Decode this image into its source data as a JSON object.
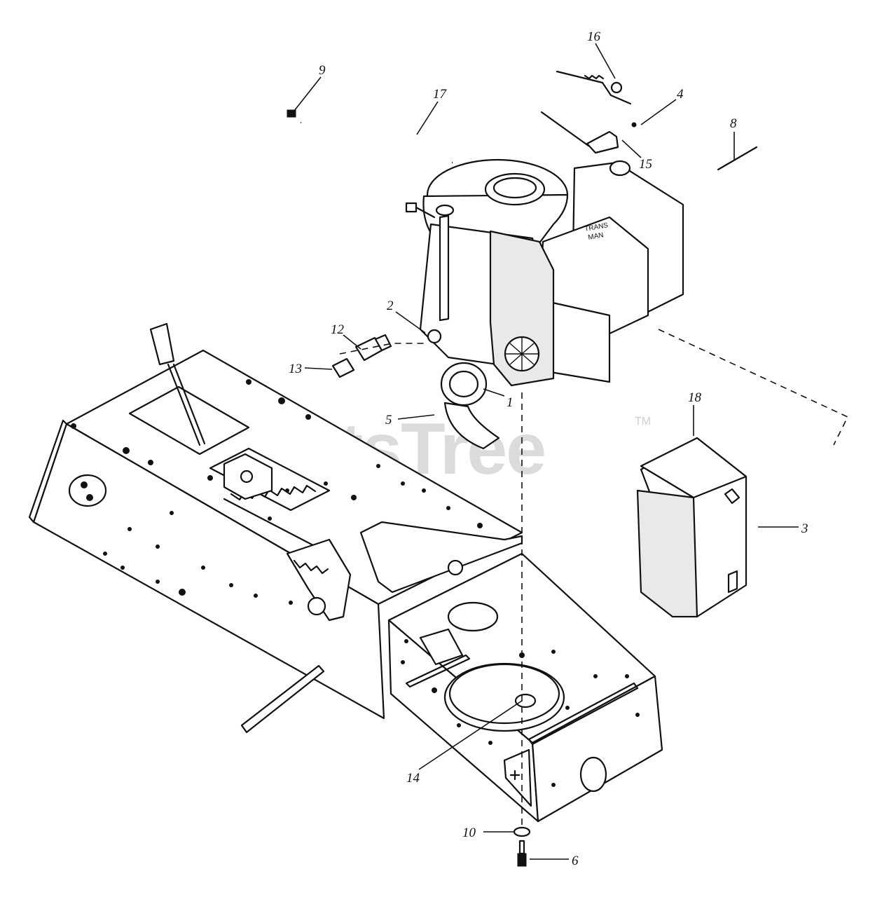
{
  "watermark": {
    "text": "PartsTree",
    "trademark": "TM"
  },
  "engine_label": {
    "line1": "TRANS",
    "line2": "MAN"
  },
  "callouts": [
    {
      "id": "c1",
      "label": "1"
    },
    {
      "id": "c2",
      "label": "2"
    },
    {
      "id": "c3",
      "label": "3"
    },
    {
      "id": "c4",
      "label": "4"
    },
    {
      "id": "c5",
      "label": "5"
    },
    {
      "id": "c6",
      "label": "6"
    },
    {
      "id": "c8",
      "label": "8"
    },
    {
      "id": "c9",
      "label": "9"
    },
    {
      "id": "c10",
      "label": "10"
    },
    {
      "id": "c12",
      "label": "12"
    },
    {
      "id": "c13",
      "label": "13"
    },
    {
      "id": "c14",
      "label": "14"
    },
    {
      "id": "c15",
      "label": "15"
    },
    {
      "id": "c16",
      "label": "16"
    },
    {
      "id": "c17",
      "label": "17"
    },
    {
      "id": "c18",
      "label": "18"
    }
  ]
}
